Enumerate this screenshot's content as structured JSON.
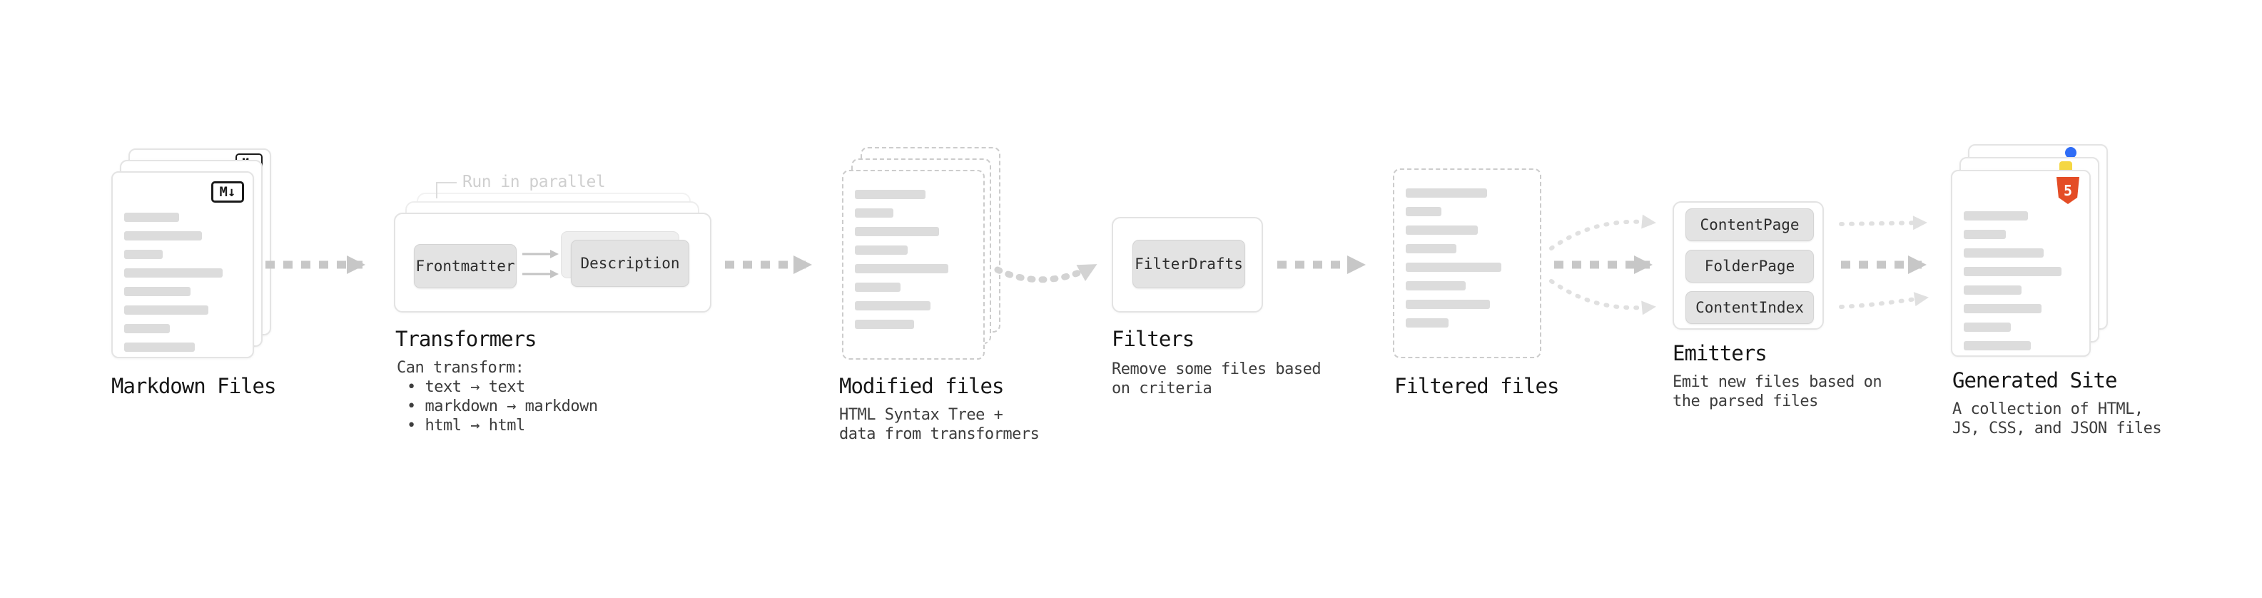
{
  "nodes": {
    "markdown_files": {
      "label": "Markdown Files",
      "badge": "M↓"
    },
    "transformers": {
      "label": "Transformers",
      "note": "Run in parallel",
      "buttons": [
        "Frontmatter",
        "Description"
      ],
      "caption_lines": [
        "Can transform:",
        "• text → text",
        "• markdown → markdown",
        "• html → html"
      ]
    },
    "modified_files": {
      "label": "Modified files",
      "caption_lines": [
        "HTML Syntax Tree +",
        "data from transformers"
      ]
    },
    "filters": {
      "label": "Filters",
      "buttons": [
        "FilterDrafts"
      ],
      "caption_lines": [
        "Remove some files based",
        "on criteria"
      ]
    },
    "filtered_files": {
      "label": "Filtered files"
    },
    "emitters": {
      "label": "Emitters",
      "buttons": [
        "ContentPage",
        "FolderPage",
        "ContentIndex"
      ],
      "caption_lines": [
        "Emit new files based on",
        "the parsed files"
      ]
    },
    "generated_site": {
      "label": "Generated Site",
      "badge": "5",
      "caption_lines": [
        "A collection of HTML,",
        "JS, CSS, and JSON files"
      ]
    }
  },
  "colors": {
    "arrow": "#c7c7c7",
    "arrow_faint": "#e0e0e0",
    "placeholder_line": "#dcdcdc",
    "card_border": "#e4e4e4",
    "dashed_border": "#cccccc",
    "chip_bg": "#e3e3e3",
    "label_text": "#161616",
    "caption_text": "#3d3d3d",
    "note_text": "#cfcfcf",
    "html5_orange": "#e44d26",
    "js_yellow": "#f5d742",
    "css_blue": "#2f6df6"
  }
}
